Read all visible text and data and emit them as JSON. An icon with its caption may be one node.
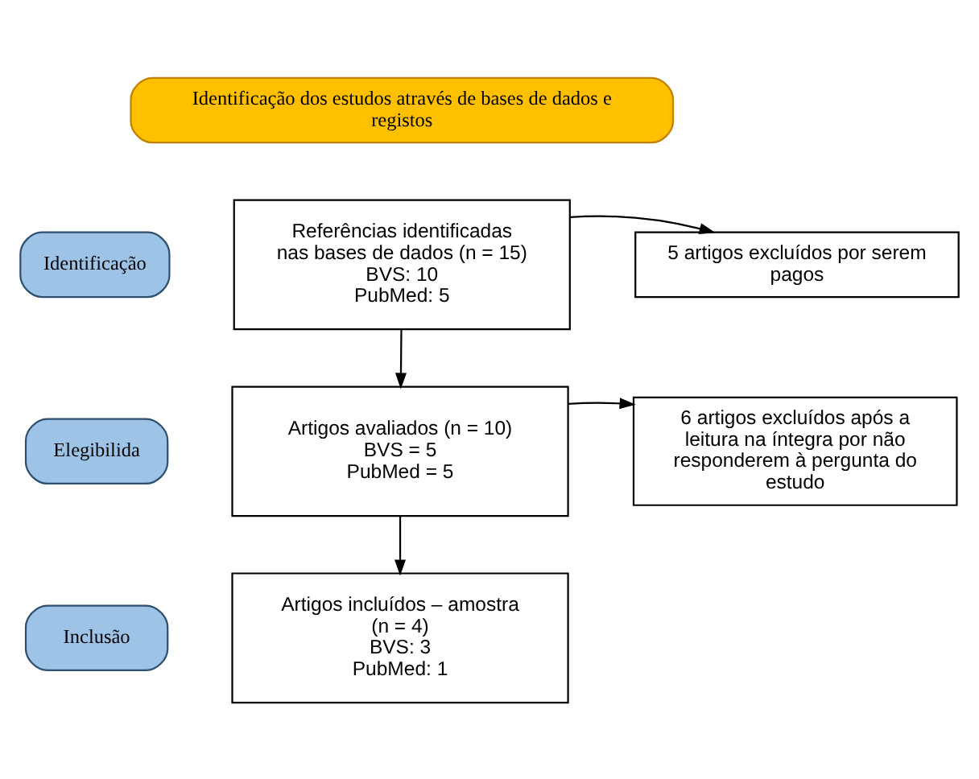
{
  "diagram": {
    "nodes": [
      {
        "text": [
          "Identificação dos estudos através de bases de dados e registos"
        ]
      },
      {
        "text": [
          "Identificação"
        ]
      },
      {
        "text": [
          "Referências identificadas nas bases de dados (n = 15)",
          "BVS: 10",
          "PubMed: 5"
        ]
      },
      {
        "text": [
          "5 artigos excluídos por serem pagos"
        ]
      },
      {
        "text": [
          "Elegibilida"
        ]
      },
      {
        "text": [
          "Artigos avaliados (n = 10)",
          "BVS = 5",
          "PubMed = 5"
        ]
      },
      {
        "text": [
          "6 artigos excluídos após a leitura na íntegra por não responderem à pergunta do estudo"
        ]
      },
      {
        "text": [
          "Inclusão"
        ]
      },
      {
        "text": [
          "Artigos incluídos – amostra (n = 4)",
          "BVS: 3",
          "PubMed: 1"
        ]
      }
    ],
    "edges": [
      {
        "from": 2,
        "to": 5,
        "arrow": "to"
      },
      {
        "from": 2,
        "to": 3,
        "arrow": "to"
      },
      {
        "from": 5,
        "to": 8,
        "arrow": "to"
      },
      {
        "from": 5,
        "to": 6,
        "arrow": "to"
      }
    ]
  }
}
